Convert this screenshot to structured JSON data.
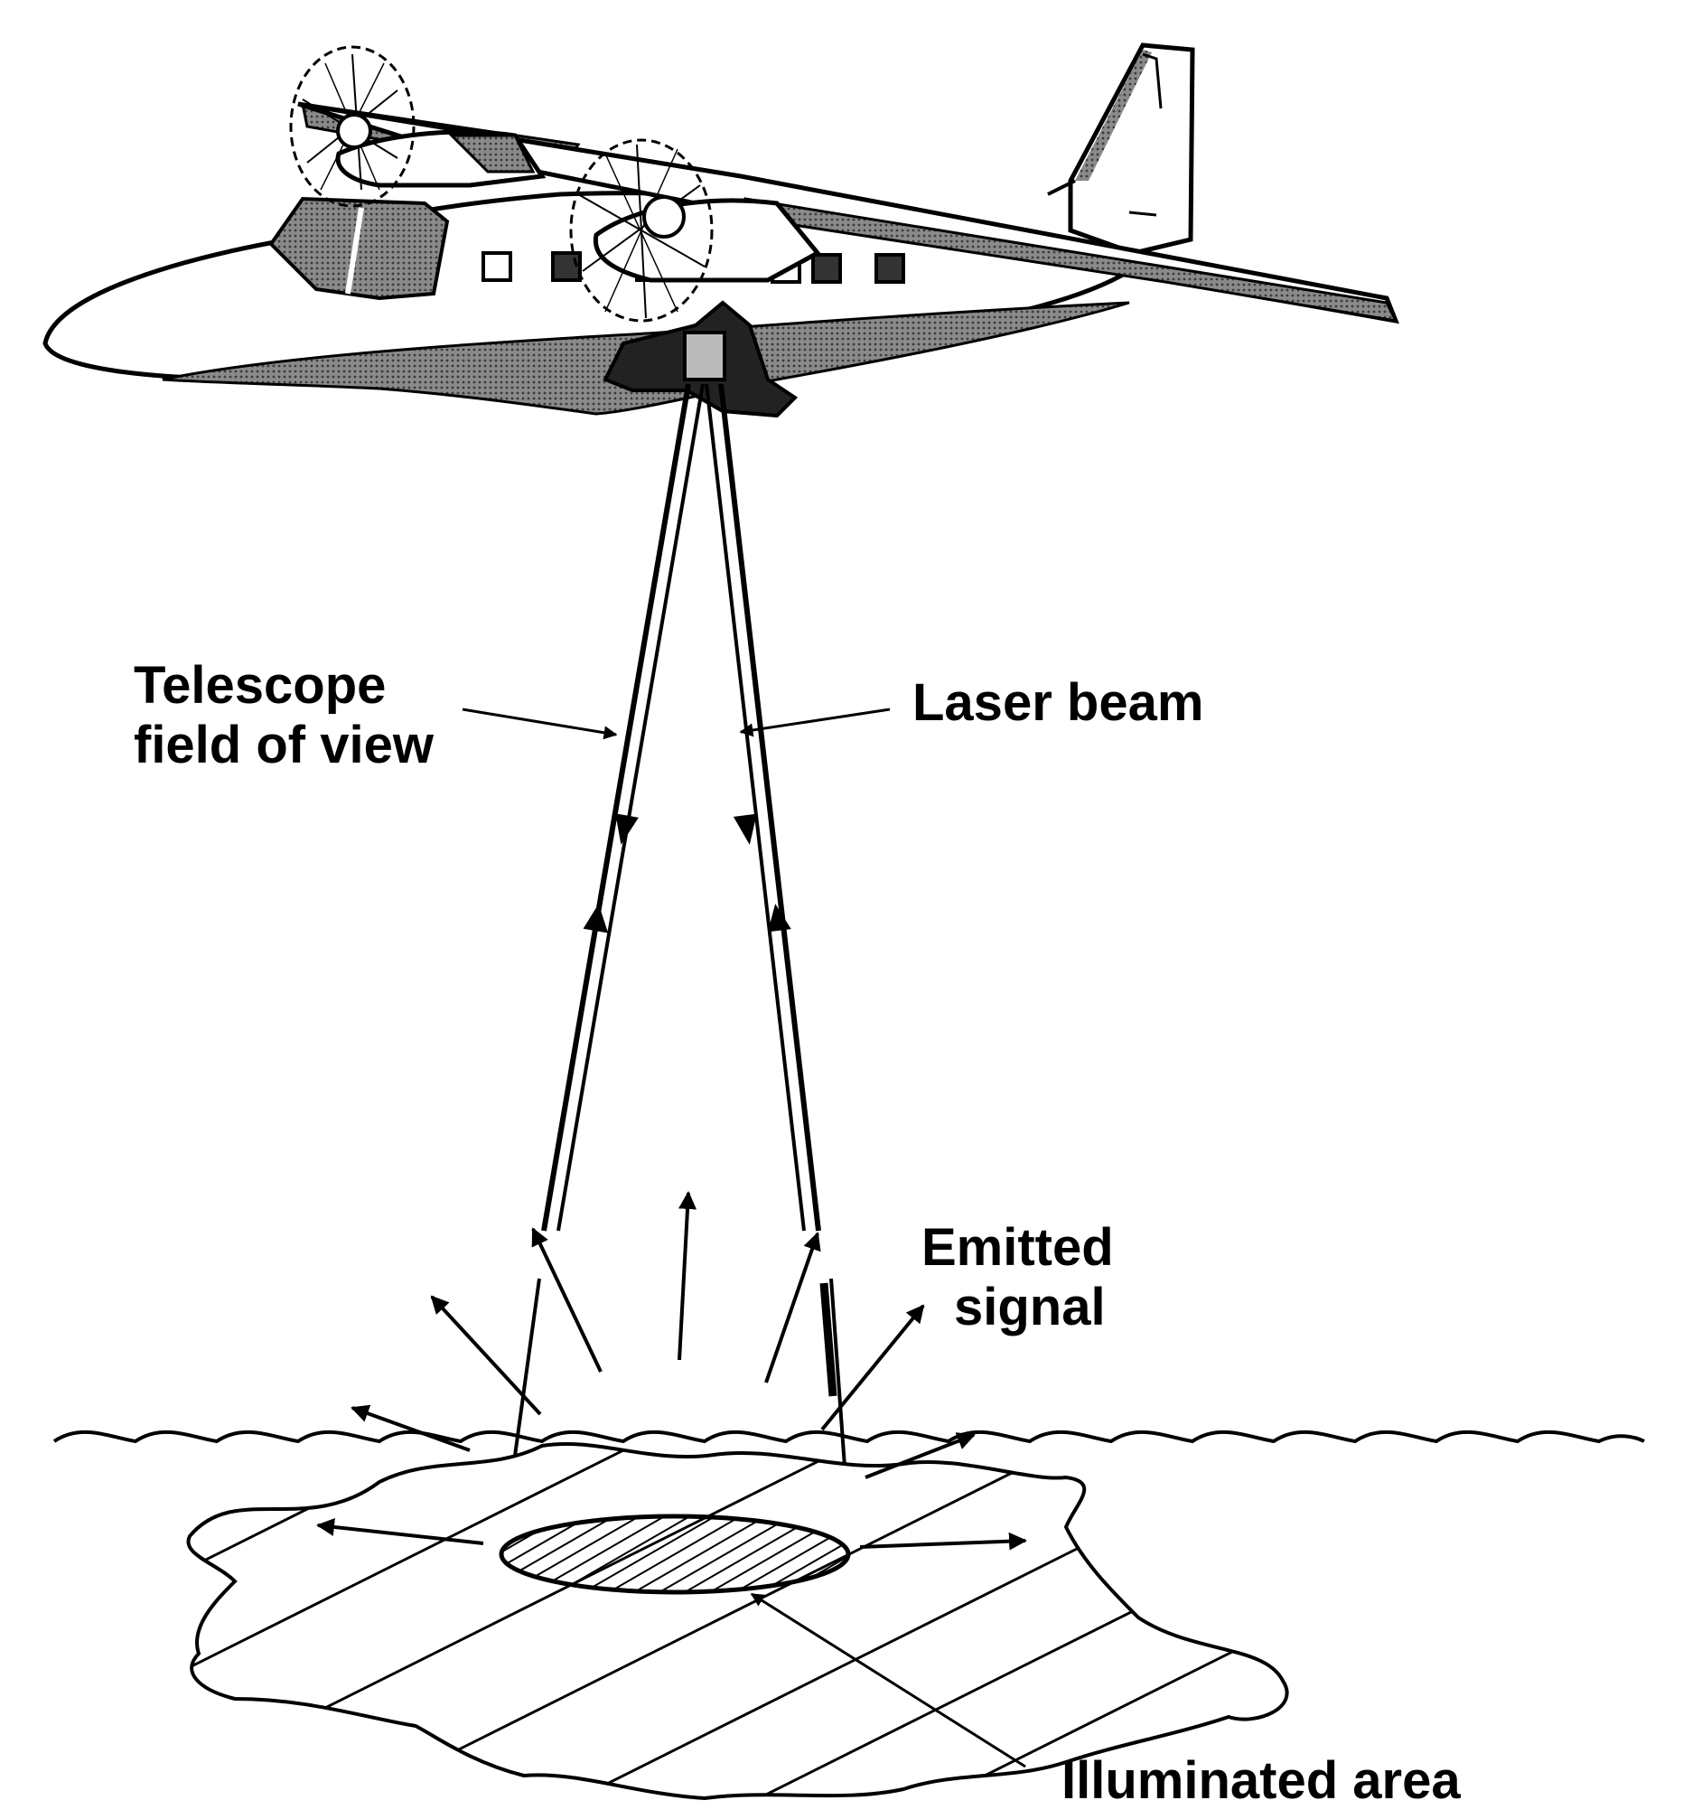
{
  "labels": {
    "telescope": {
      "line1": "Telescope",
      "line2": "field of view"
    },
    "laser": {
      "line1": "Laser beam"
    },
    "emitted": {
      "line1": "Emitted",
      "line2": "signal"
    },
    "illuminated": {
      "line1": "Illuminated area"
    }
  }
}
